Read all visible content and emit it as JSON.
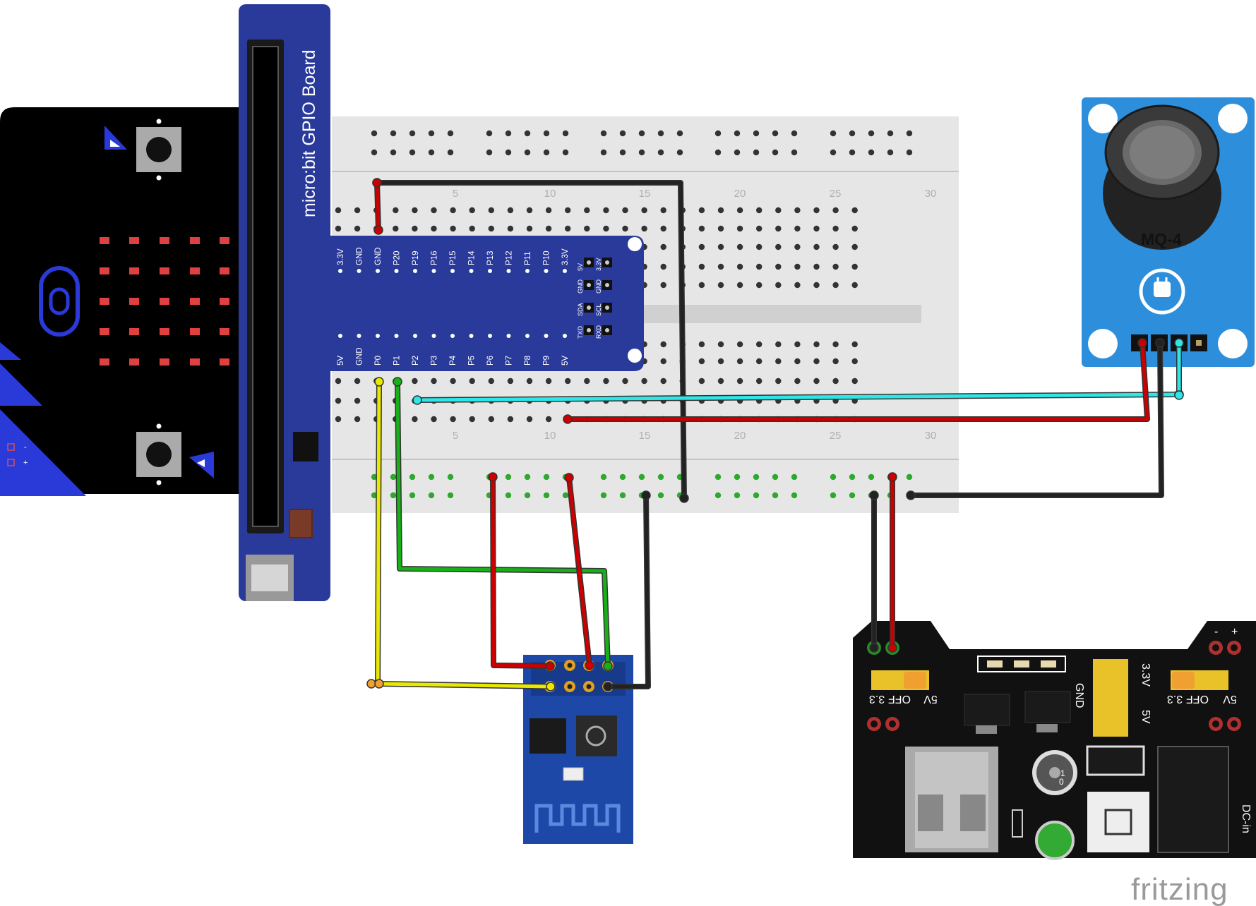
{
  "gpio_board": {
    "title": "micro:bit GPIO Board",
    "top_pins": [
      "3.3V",
      "GND",
      "GND",
      "P20",
      "P19",
      "P16",
      "P15",
      "P14",
      "P13",
      "P12",
      "P11",
      "P10",
      "3.3V"
    ],
    "bottom_pins": [
      "5V",
      "GND",
      "P0",
      "P1",
      "P2",
      "P3",
      "P4",
      "P5",
      "P6",
      "P7",
      "P8",
      "P9",
      "5V"
    ],
    "side_pins": [
      "5V",
      "3.3V",
      "GND",
      "GND",
      "SDA",
      "SCL",
      "TXD",
      "RXD"
    ]
  },
  "breadboard": {
    "column_labels": [
      "5",
      "10",
      "15",
      "20",
      "25",
      "30"
    ]
  },
  "mq4": {
    "label": "MQ-4"
  },
  "power_module": {
    "left_jumper_labels": [
      "3.3",
      "OFF",
      "5V"
    ],
    "right_jumper_labels": [
      "3.3",
      "OFF",
      "5V"
    ],
    "middle_labels": [
      "GND",
      "3.3V",
      "5V"
    ],
    "left_pin_signs": [
      "-",
      "+"
    ],
    "right_pin_signs": [
      "-",
      "+"
    ],
    "dc_label": "DC-in",
    "pot_labels": [
      "1",
      "0"
    ]
  },
  "microbit": {
    "edge_signs": [
      "-",
      "+"
    ]
  },
  "brand": "fritzing",
  "colors": {
    "wire_red": "#cc0000",
    "wire_black": "#222222",
    "wire_green": "#18b018",
    "wire_yellow": "#e8e800",
    "wire_cyan": "#2ee6e6",
    "gpio_blue": "#2a3a9a",
    "mq4_blue": "#2d8fdc",
    "esp_blue": "#1e48a8"
  }
}
